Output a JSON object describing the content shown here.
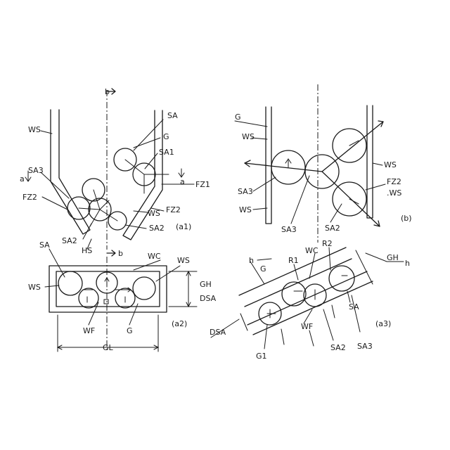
{
  "labels": {
    "b_top": "b",
    "b_mid": "b",
    "ws_left": "WS",
    "sa_top": "SA",
    "g_top": "G",
    "sa1": "SA1",
    "a_right": "a",
    "a_left": "a",
    "sa3_a1": "SA3",
    "fz1": "FZ1",
    "fz2_left": "FZ2",
    "fz2_right": "FZ2",
    "ws_a1": "WS",
    "sa2_a1_left": "SA2",
    "sa2_a1_right": "SA2",
    "hs": "HS",
    "fig_a1": "(a1)",
    "g_b": "G",
    "ws_b_top": "WS",
    "sa3_b": "SA3",
    "ws_b_bottom": "WS",
    "ws_b_right": "WS",
    "fz2_b": "FZ2",
    "ws_b_right2": ".WS",
    "sa3_b_bottom": "SA3",
    "sa2_b": "SA2",
    "fig_b": "(b)",
    "sa_a2": "SA",
    "wc_a2": "WC",
    "ws_a2_right": "WS",
    "ws_a2_left": "WS",
    "gh_a2": "GH",
    "dsa_a2": "DSA",
    "wf_a2": "WF",
    "g_a2": "G",
    "gl_a2": "GL",
    "fig_a2": "(a2)",
    "h_left": "h",
    "g_a3": "G",
    "r1": "R1",
    "wc_a3": "WC",
    "r2": "R2",
    "gh_a3": "GH",
    "h_right": "h",
    "dsa_a3": "DSA",
    "wf_a3": "WF",
    "sa2_a3": "SA2",
    "sa_a3": "SA",
    "sa3_a3": "SA3",
    "g1_a3": "G1",
    "fig_a3": "(a3)"
  }
}
